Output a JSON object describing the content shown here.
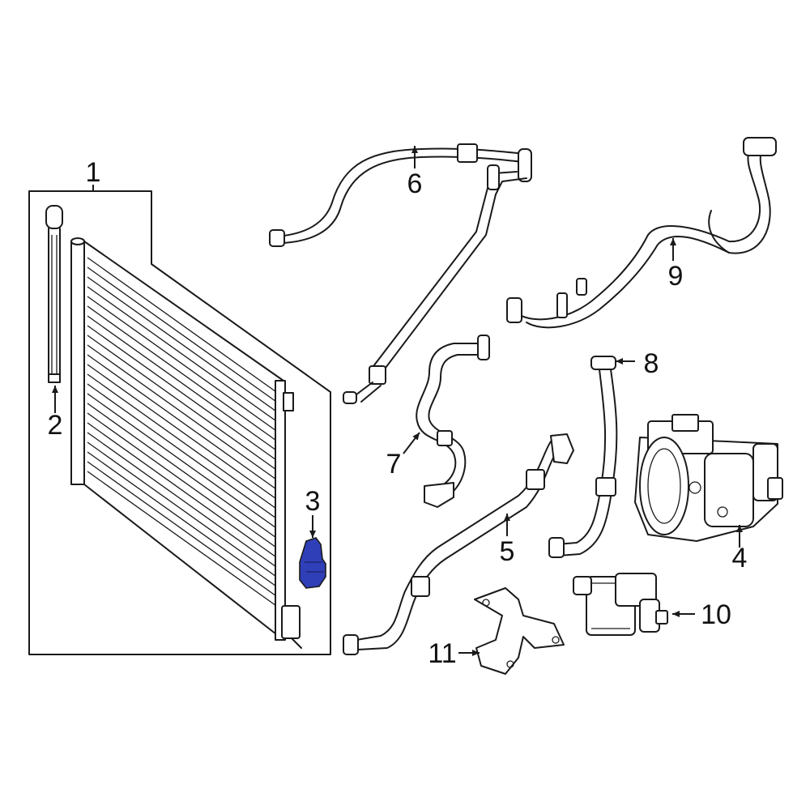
{
  "diagram": {
    "highlight_color": "#2f3fb8",
    "callouts": [
      "1",
      "2",
      "3",
      "4",
      "5",
      "6",
      "7",
      "8",
      "9",
      "10",
      "11"
    ],
    "highlighted_part": "3"
  }
}
